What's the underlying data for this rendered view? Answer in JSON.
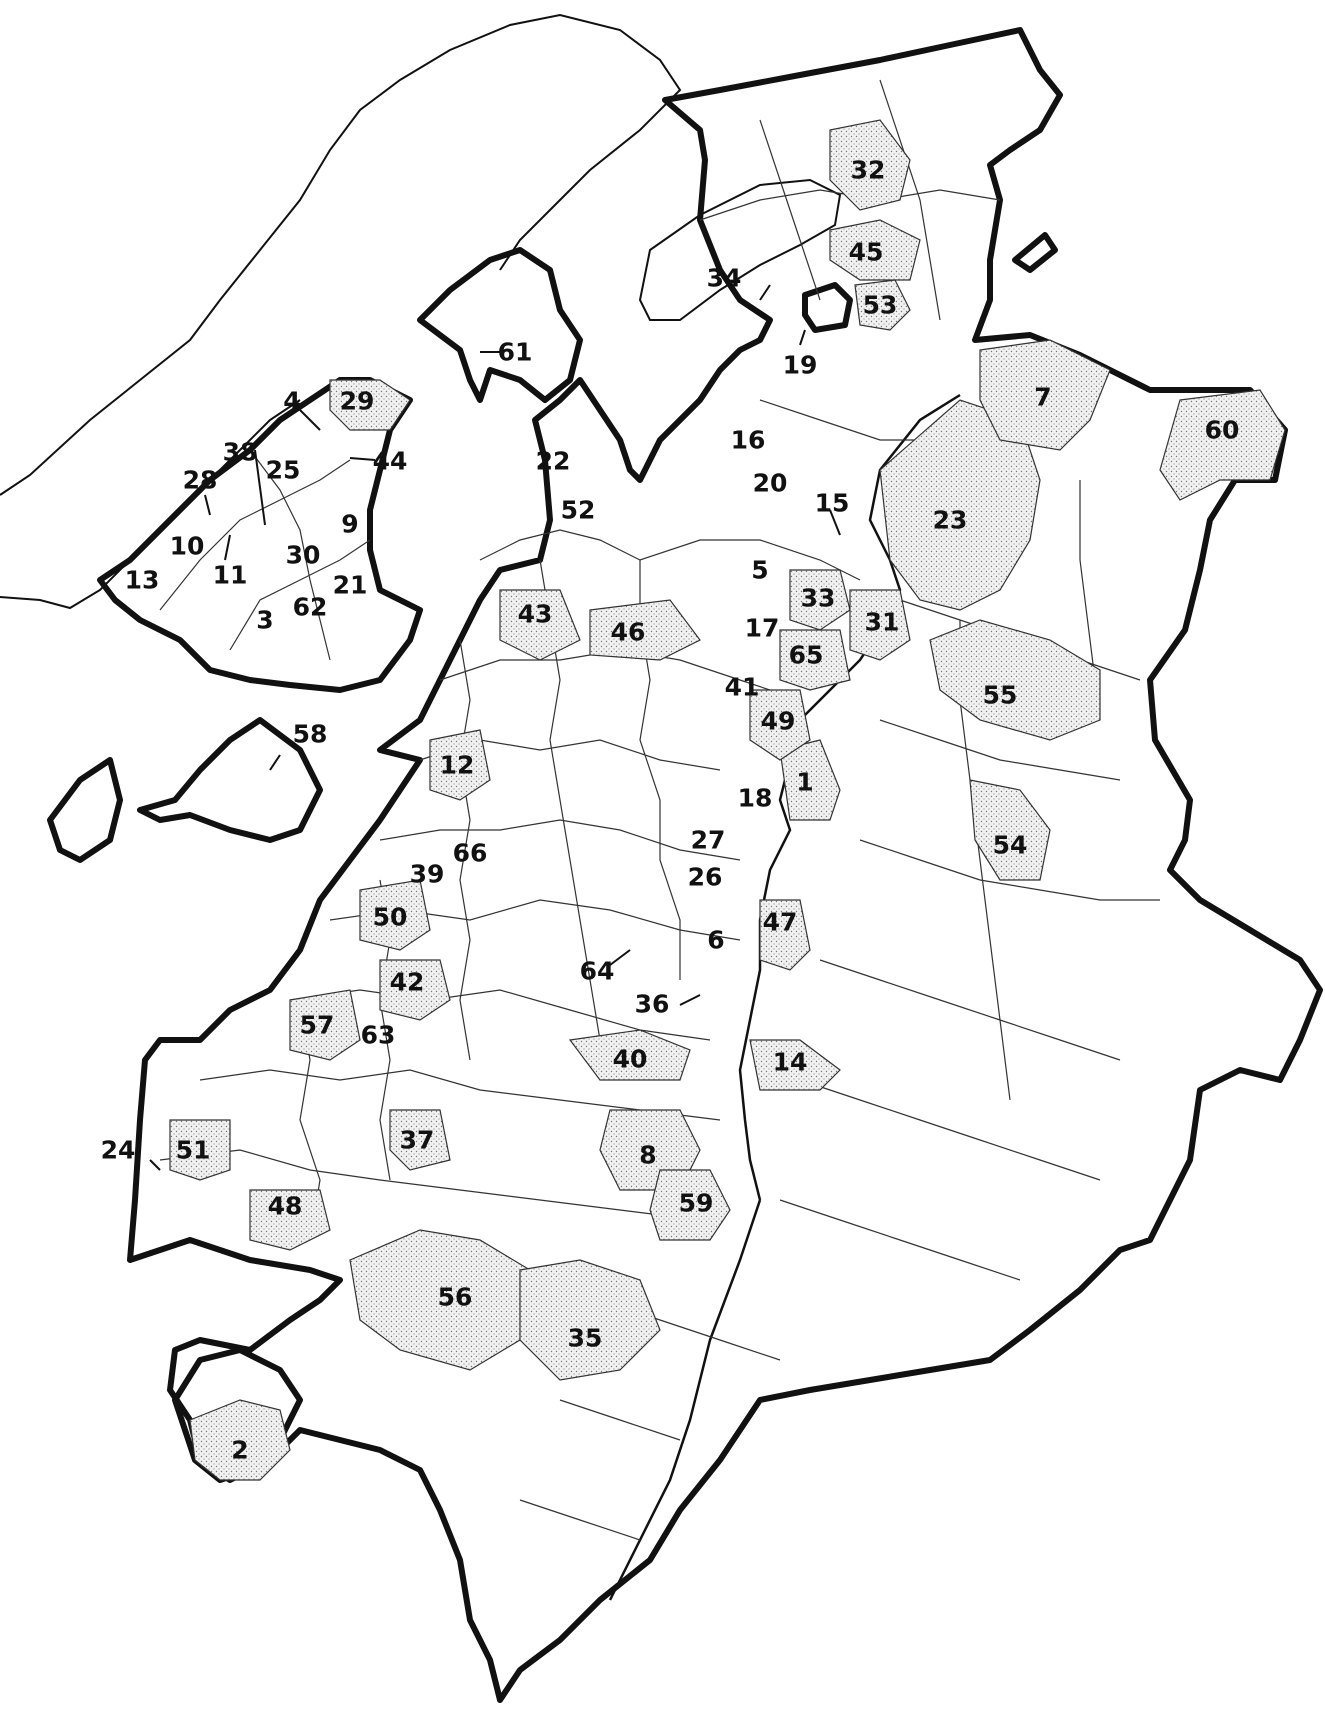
{
  "style": {
    "ink": "#111111",
    "paper": "#ffffff",
    "shade_dot": "#777777"
  },
  "labels": [
    "1",
    "2",
    "3",
    "4",
    "5",
    "6",
    "7",
    "8",
    "9",
    "10",
    "11",
    "12",
    "13",
    "14",
    "15",
    "16",
    "17",
    "18",
    "19",
    "20",
    "21",
    "22",
    "23",
    "24",
    "25",
    "26",
    "27",
    "28",
    "29",
    "30",
    "31",
    "32",
    "33",
    "34",
    "35",
    "36",
    "37",
    "38",
    "39",
    "40",
    "41",
    "42",
    "43",
    "44",
    "45",
    "46",
    "47",
    "48",
    "49",
    "50",
    "51",
    "52",
    "53",
    "54",
    "55",
    "56",
    "57",
    "58",
    "59",
    "60",
    "61",
    "62",
    "63",
    "64",
    "65",
    "66"
  ]
}
